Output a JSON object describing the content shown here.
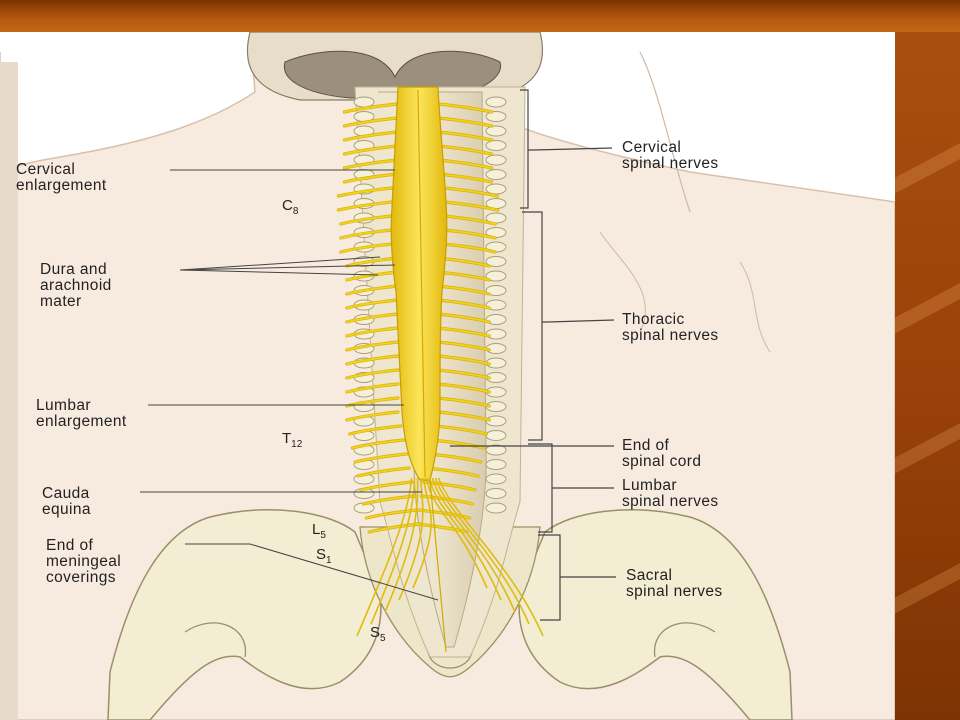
{
  "labels_left": [
    {
      "id": "cervical-enlargement",
      "lines": [
        "Cervical",
        "enlargement"
      ]
    },
    {
      "id": "dura-arachnoid",
      "lines": [
        "Dura and",
        "arachnoid",
        "mater"
      ]
    },
    {
      "id": "lumbar-enlargement",
      "lines": [
        "Lumbar",
        "enlargement"
      ]
    },
    {
      "id": "cauda-equina",
      "lines": [
        "Cauda",
        "equina"
      ]
    },
    {
      "id": "end-meningeal",
      "lines": [
        "End of",
        "meningeal",
        "coverings"
      ]
    }
  ],
  "labels_right": [
    {
      "id": "cervical-nerves",
      "lines": [
        "Cervical",
        "spinal nerves"
      ]
    },
    {
      "id": "thoracic-nerves",
      "lines": [
        "Thoracic",
        "spinal nerves"
      ]
    },
    {
      "id": "end-cord",
      "lines": [
        "End of",
        "spinal cord"
      ]
    },
    {
      "id": "lumbar-nerves",
      "lines": [
        "Lumbar",
        "spinal nerves"
      ]
    },
    {
      "id": "sacral-nerves",
      "lines": [
        "Sacral",
        "spinal nerves"
      ]
    }
  ],
  "levels": [
    {
      "id": "c8",
      "letter": "C",
      "sub": "8"
    },
    {
      "id": "t12",
      "letter": "T",
      "sub": "12"
    },
    {
      "id": "l5",
      "letter": "L",
      "sub": "5"
    },
    {
      "id": "s1",
      "letter": "S",
      "sub": "1"
    },
    {
      "id": "s5",
      "letter": "S",
      "sub": "5"
    }
  ],
  "colors": {
    "frame_orange": "#b05410",
    "cord_yellow": "#f3d21d",
    "bone": "#f1ecd0",
    "skin": "#f4e6d8"
  }
}
